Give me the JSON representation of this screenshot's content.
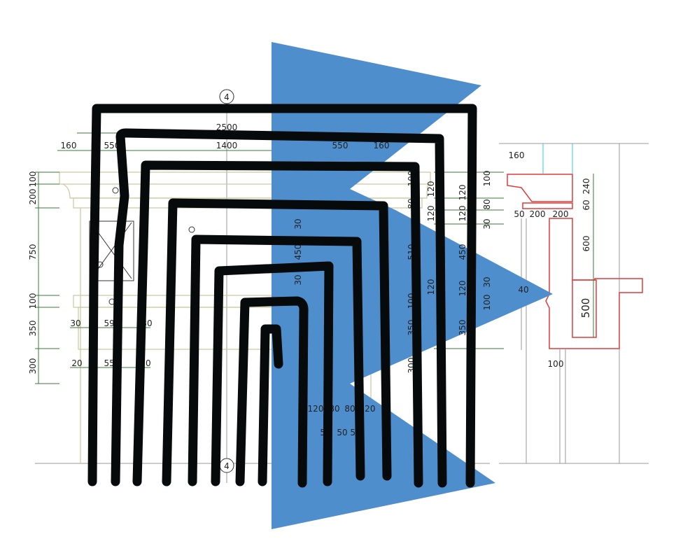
{
  "drawing": {
    "axis_label_top": "4",
    "axis_label_bottom": "4",
    "top_dims": [
      "2500",
      "160",
      "550",
      "1400",
      "550",
      "160"
    ],
    "left_dims": [
      "100",
      "200",
      "750",
      "100",
      "350",
      "300"
    ],
    "pier_dims": [
      "30",
      "590",
      "30",
      "20",
      "550",
      "20"
    ],
    "window_dims": [
      "30",
      "510",
      "30",
      "30",
      "450",
      "30"
    ],
    "right_dims_a": [
      "100",
      "80",
      "510",
      "100",
      "350",
      "300"
    ],
    "right_dims_b": [
      "120",
      "120",
      "120"
    ],
    "right_dims_c": [
      "120",
      "120",
      "450",
      "120",
      "350"
    ],
    "right_dims_d": [
      "100",
      "80",
      "30",
      "30",
      "100"
    ],
    "bottom_dims": [
      "120",
      "80",
      "80",
      "120",
      "50",
      "50",
      "50"
    ],
    "section_dims": [
      "160",
      "240",
      "60",
      "50",
      "200",
      "200",
      "600",
      "40",
      "500",
      "100"
    ]
  },
  "colors": {
    "overlay": "#4f8ecd",
    "strokes": "#070a0a",
    "dimension": "#3a7a3a",
    "section": "#e23b3b"
  }
}
